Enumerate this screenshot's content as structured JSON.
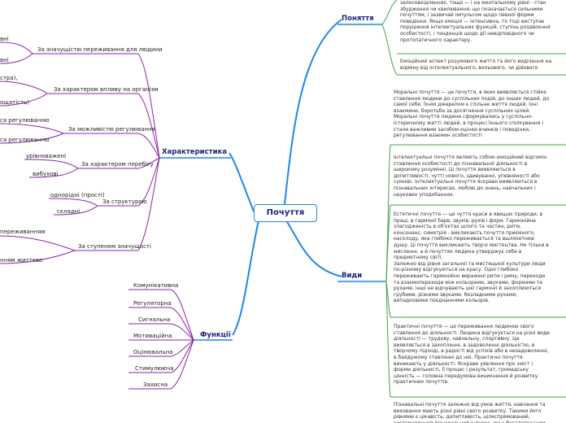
{
  "root": {
    "label": "Почуття"
  },
  "branches": {
    "ponyattia": {
      "label": "Поняття"
    },
    "vydy": {
      "label": "Види"
    },
    "kharakterystyka": {
      "label": "Характеристика"
    },
    "funktsii": {
      "label": "Функції"
    }
  },
  "ponyattia_notes": [
    "залосовоідленнях, тощо — і на ментальному рівні - стан збудження чи хвилювання, що позначається сильними почуттям, і зазвичай імпульсом щодо певної форми поведінки. Якщо емоція — інтенсивна, то тоді виступає порушення інтелектуальних функцій, ступінь роздвоєння особистості, і тенденція щодо дії невідповідного чи протопатичного характеру.",
    "Емоційний аспект розумового життя та його виділення на відміну від інтелектуального, вольового, чи дійового"
  ],
  "vydy_notes": [
    "Моральні почуття — це почуття, в яких виявляється стійке ставлення людини до суспільних подій, до інших людей, до самої себе. Їхнім джерелом є спільне життя людей, їхні взаємини, боротьба за досягнення суспільних цілей. Моральні почуття людини сформувались у суспільно-історичному житті людей, в процесі їхнього спілкування і стали важливим засобом оцінки вчинків і поведінки, регулювання взаємин особистості",
    "Інтелектуальні почуття являють собою емоційний відгомін ставлення особистості до пізнавальної діяльності в широкому розумінні. Ці почуття виявляються в допитливості, чутті нового, здивуванні, упевненості або сумніві. Інтелектуальні почуття яскраво виявляються в пізнавальних інтересах, любові до знань, навчальних і наукових уподобаннях.",
    "Естетичні почуття — це чуття краси в явищах природи, в праці, в гармонії барв, звуків, рухів і форм. Гармонійна злагодженість в об'єктах цілого та частин, ритм, консонанс, симетрія - викликають почуття приємного, насолоду, яка глибоко переживається та вшляхетнює душу. Ці почуття викликають творчі мистецтва. Не тільки в мисленні, а й почуттях людина утверджує себе в предметному світі.\nЗалежно від рівня загальної та мистецької культури люди по-різному відгукуються на красу. Одні глибоко переживають гармонійно виражені ритм і риму, переходи та взаємопереходи між кольорами, звуками, формами та рухами, інші не відчувають цієї гармонії й захоплюються грубими, різкими звуками, безладними рухами, випадковими поєднаннями кольорів.",
    "Практичні почуття — це переживання людиною свого ставлення до діяльності. Людина відгукується на різні види діяльності — трудову, навчальну, спортивну. Це виявляється в захопленні, в задоволенні діяльністю, в творчому підході, в радості від успіхів або в незадоволенні, в байдужому ставленні до неї. Практичні почуття виникають у діяльності. Яскраве уявлення про зміст і форми діяльності, її процес і результат, громадську цінність — головна передумова виникнення й розвитку практичних почуттів.",
    "Пізнавальні почуття залежно від умов життя, навчання та виховання мають різні рівні свого розвитку. Такими його рівнями є цікавість, допитливість, цілеспрямований, систематичний пізнавальний інтерес, які є багатогранним явищем."
  ],
  "kharakterystyka": [
    {
      "label": "За значущістю переживання для людини",
      "children": [
        "вні",
        "вні"
      ]
    },
    {
      "label": "За характером впливу на організм",
      "children": [
        "стра),",
        "ощатість)"
      ]
    },
    {
      "label": "За можливістю регулювання",
      "children": [
        "ся регулюванню",
        "ся регулюванню"
      ]
    },
    {
      "label": "За характером перебігу",
      "children": [
        "урівноважені",
        "вибухові"
      ]
    },
    {
      "label": "За структурою",
      "children": [
        "однорідні (прості)",
        "складні"
      ]
    },
    {
      "label": "За ступенем значущості",
      "children": [
        "переживанням",
        "нням життєво"
      ]
    }
  ],
  "funktsii": [
    "Комунікативна",
    "Регуляторна",
    "Сигнальна",
    "Мотиваційна",
    "Оцінювальна",
    "Стимулююча",
    "Захисна"
  ],
  "colors": {
    "blue": "#1e88e5",
    "green": "#43a047",
    "purple": "#8e24aa",
    "navy": "#1a237e"
  }
}
